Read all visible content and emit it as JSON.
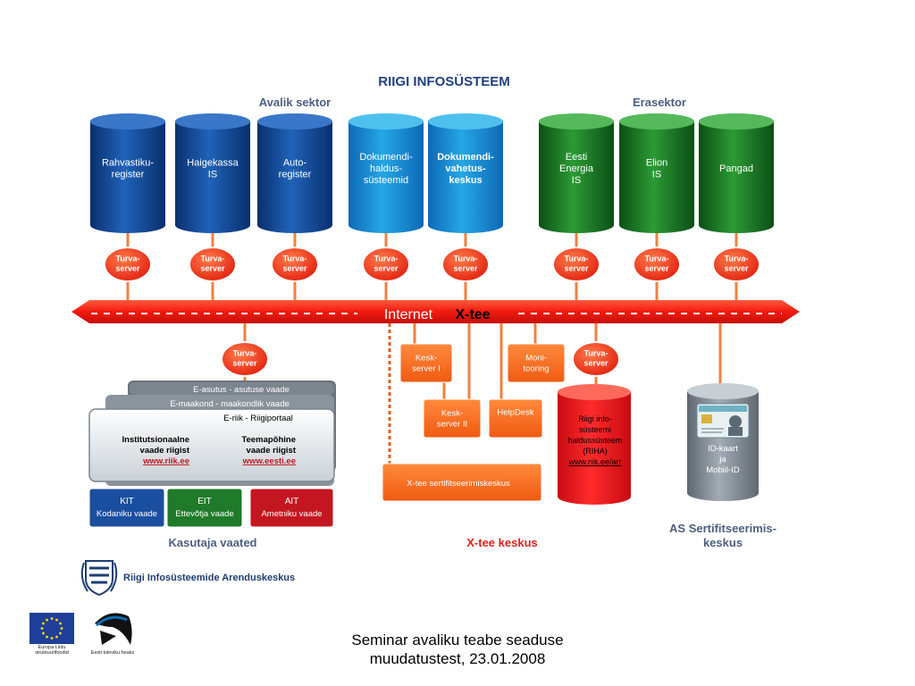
{
  "title": "RIIGI INFOSÜSTEEM",
  "sections": {
    "public": "Avalik sektor",
    "private": "Erasektor",
    "user_views": "Kasutaja vaated",
    "xtee_center": "X-tee keskus",
    "cert_center": [
      "AS Sertifitseerimis-",
      "keskus"
    ]
  },
  "databases": [
    {
      "lines": [
        "Rahvastiku-",
        "register"
      ],
      "bold": false
    },
    {
      "lines": [
        "Haigekassa",
        "IS"
      ],
      "bold": false
    },
    {
      "lines": [
        "Auto-",
        "register"
      ],
      "bold": false
    },
    {
      "lines": [
        "Dokumendi-",
        "haldus-",
        "süsteemid"
      ],
      "bold": false
    },
    {
      "lines": [
        "Dokumendi-",
        "vahetus-",
        "keskus"
      ],
      "bold": true
    },
    {
      "lines": [
        "Eesti",
        "Energia",
        "IS"
      ],
      "bold": false
    },
    {
      "lines": [
        "Elion",
        "IS"
      ],
      "bold": false
    },
    {
      "lines": [
        "Pangad"
      ],
      "bold": false
    }
  ],
  "security_server": [
    "Turva-",
    "server"
  ],
  "bus": {
    "internet": "Internet",
    "xtee": "X-tee"
  },
  "center_boxes": {
    "kesk1": [
      "Kesk-",
      "server I"
    ],
    "kesk2": [
      "Kesk-",
      "server II"
    ],
    "helpdesk": [
      "HelpDesk"
    ],
    "monitoring": [
      "Moni-",
      "tooring"
    ],
    "cert": "X-tee sertifitseerimiskeskus"
  },
  "riha": [
    "Riigi info-",
    "süsteemi",
    "haldussüsteem",
    "(RIHA)",
    "www.riik.ee/arr"
  ],
  "idcard": [
    "ID-kaart",
    "ja",
    "Mobiil-ID"
  ],
  "portal": {
    "layer1": "E-asutus - asutuse vaade",
    "layer2": "E-maakond - maakondlik vaade",
    "layer3": "E-riik - Riigiportaal",
    "left": [
      "Institutsionaalne",
      "vaade riigist",
      "www.riik.ee"
    ],
    "right": [
      "Teemapõhine",
      "vaade riigist",
      "www.eesti.ee"
    ]
  },
  "views": [
    {
      "code": "KIT",
      "label": "Kodaniku vaade",
      "color": "#1a4fa0"
    },
    {
      "code": "EIT",
      "label": "Ettevõtja vaade",
      "color": "#1f7a2a"
    },
    {
      "code": "AIT",
      "label": "Ametniku vaade",
      "color": "#c41620"
    }
  ],
  "org_logo_text": "Riigi Infosüsteemide Arenduskeskus",
  "eu_caption": [
    "Europa Liidu",
    "struktuurifondid"
  ],
  "estonia_caption": "Eesti tuleviku heaks",
  "caption": [
    "Seminar avaliku teabe seaduse",
    "muudatustest, 23.01.2008"
  ]
}
